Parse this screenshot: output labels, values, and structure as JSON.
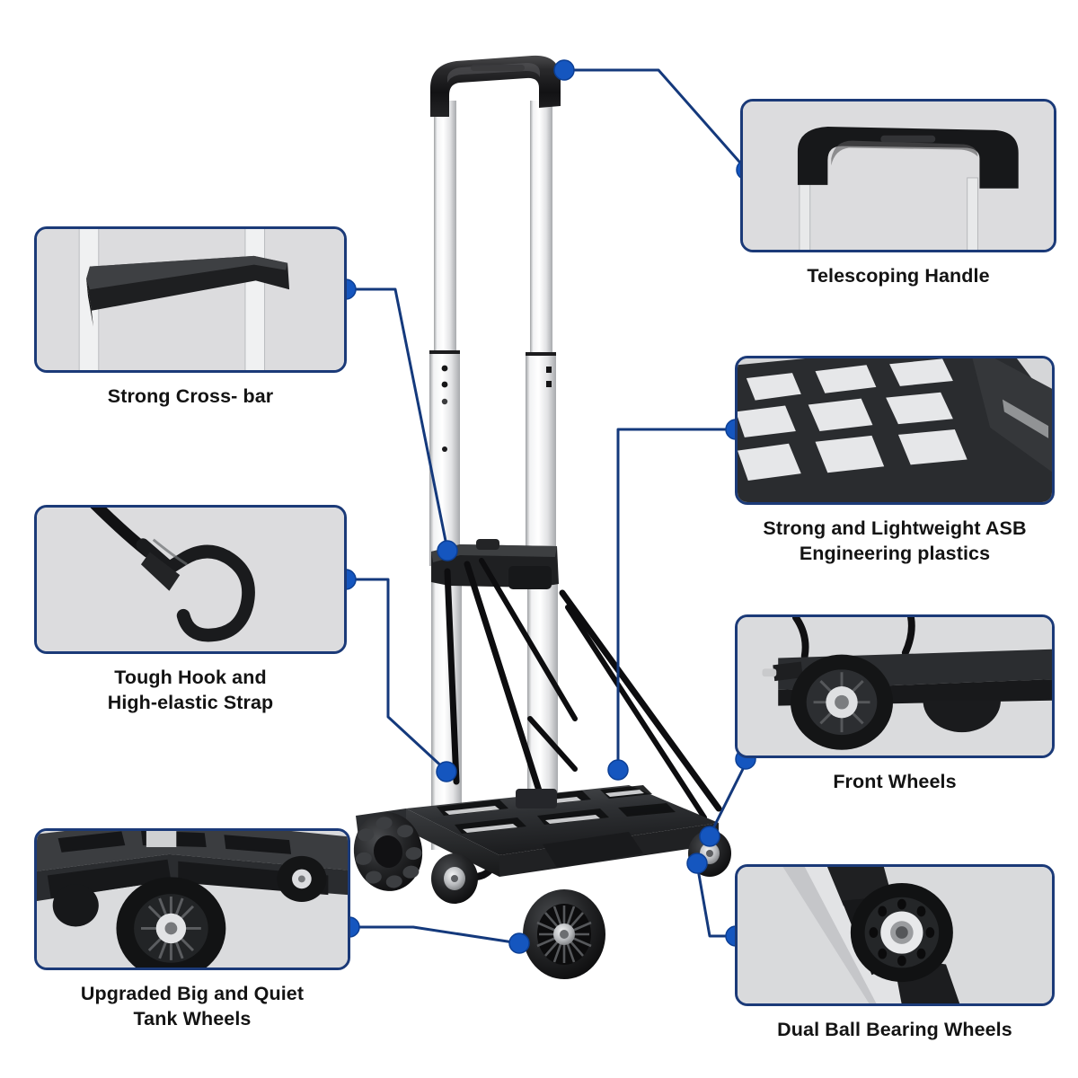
{
  "page": {
    "title": "Folding Hand Truck Feature Callouts",
    "background_color": "#ffffff",
    "accent_color": "#1556bf",
    "border_color": "#1b3a78",
    "panel_fill": "#dcdcde",
    "caption_color": "#131313"
  },
  "product": {
    "name": "folding-hand-truck",
    "parts": [
      "telescoping-handle",
      "aluminum-poles",
      "cross-bar",
      "elastic-strap",
      "hook",
      "platform",
      "tank-wheels",
      "front-wheels",
      "ball-bearing-wheels"
    ]
  },
  "callouts": [
    {
      "id": "telescoping-handle",
      "label": "Telescoping Handle",
      "icon": "handle-photo",
      "side": "right"
    },
    {
      "id": "cross-bar",
      "label": "Strong Cross- bar",
      "icon": "crossbar-photo",
      "side": "left"
    },
    {
      "id": "asb-plastics",
      "label": "Strong and Lightweight ASB\nEngineering plastics",
      "icon": "platform-grid-photo",
      "side": "right"
    },
    {
      "id": "hook-strap",
      "label": "Tough Hook and\nHigh-elastic Strap",
      "icon": "hook-photo",
      "side": "left"
    },
    {
      "id": "front-wheels",
      "label": "Front Wheels",
      "icon": "front-wheel-photo",
      "side": "right"
    },
    {
      "id": "tank-wheels",
      "label": "Upgraded Big and Quiet\nTank Wheels",
      "icon": "tank-wheel-photo",
      "side": "left"
    },
    {
      "id": "dual-ball-bearing",
      "label": "Dual Ball Bearing Wheels",
      "icon": "bearing-wheel-photo",
      "side": "right"
    }
  ]
}
